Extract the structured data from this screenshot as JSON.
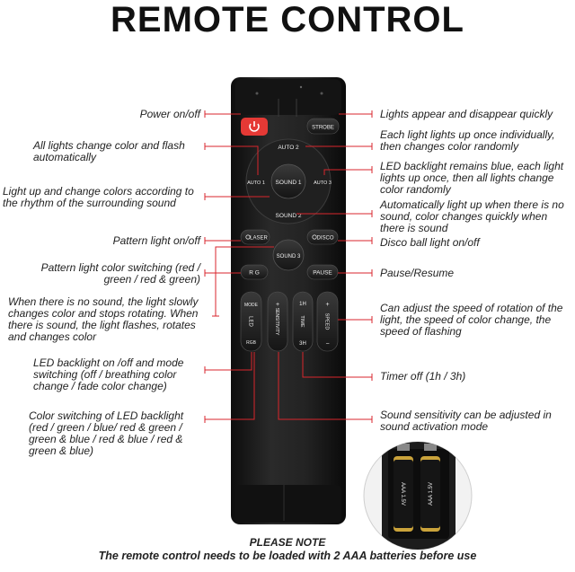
{
  "title": "REMOTE CONTROL",
  "buttons": {
    "power": "",
    "strobe": "STROBE",
    "auto2": "AUTO 2",
    "auto1": "AUTO 1",
    "sound1": "SOUND 1",
    "auto3": "AUTO 3",
    "sound2": "SOUND 2",
    "laser": "LASER",
    "disco": "DISCO",
    "sound3": "SOUND 3",
    "rgb_laser": "R G",
    "pause": "PAUSE",
    "mode": "MODE",
    "led": "LED",
    "rgb": "RGB",
    "sensitivity": "SENSITIVITY",
    "plus": "+",
    "minus": "−",
    "time_1h": "1H",
    "time": "TIME",
    "time_3h": "3H",
    "speed": "SPEED"
  },
  "left_labels": [
    "Power on/off",
    "All lights change color and flash automatically",
    "Light up and change colors according to the rhythm of the surrounding sound",
    "Pattern light on/off",
    "Pattern light color switching (red / green / red & green)",
    "When there is no sound, the light slowly changes color and stops rotating. When there is sound, the light flashes, rotates and changes color",
    "LED backlight on /off and mode switching (off / breathing color change / fade color change)",
    "Color switching of LED backlight (red / green / blue/ red & green / green & blue / red & blue / red & green & blue)"
  ],
  "right_labels": [
    "Lights appear and disappear quickly",
    "Each light lights up once individually, then changes color randomly",
    "LED backlight remains blue, each light lights up once, then all lights change color randomly",
    "Automatically light up when there is no sound, color changes quickly when there is sound",
    "Disco ball light on/off",
    "Pause/Resume",
    "Can adjust the speed of rotation of the light, the speed of color change, the speed of flashing",
    "Timer off (1h / 3h)",
    "Sound sensitivity can be adjusted in sound activation mode"
  ],
  "note": {
    "title": "PLEASE NOTE",
    "text": "The remote control needs to be loaded with 2 AAA batteries before use"
  },
  "battery_label": "AAA 1.5V",
  "colors": {
    "accent": "#d9262c",
    "power_button": "#e53935",
    "remote_body": "#1b1b1b"
  }
}
